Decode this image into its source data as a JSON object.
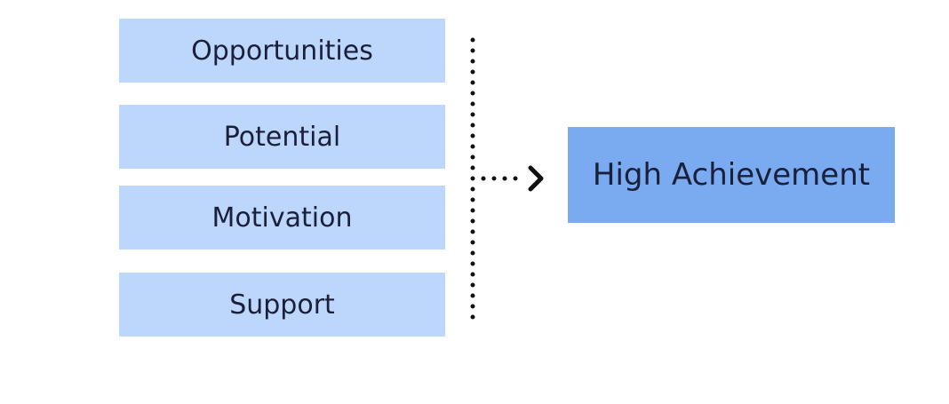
{
  "diagram": {
    "factors": [
      {
        "label": "Opportunities"
      },
      {
        "label": "Potential"
      },
      {
        "label": "Motivation"
      },
      {
        "label": "Support"
      }
    ],
    "outcome": {
      "label": "High Achievement"
    },
    "colors": {
      "factor_fill": "#bcd7fb",
      "outcome_fill": "#7aaaf0",
      "text": "#1a1f3a",
      "connector": "#111111"
    }
  }
}
